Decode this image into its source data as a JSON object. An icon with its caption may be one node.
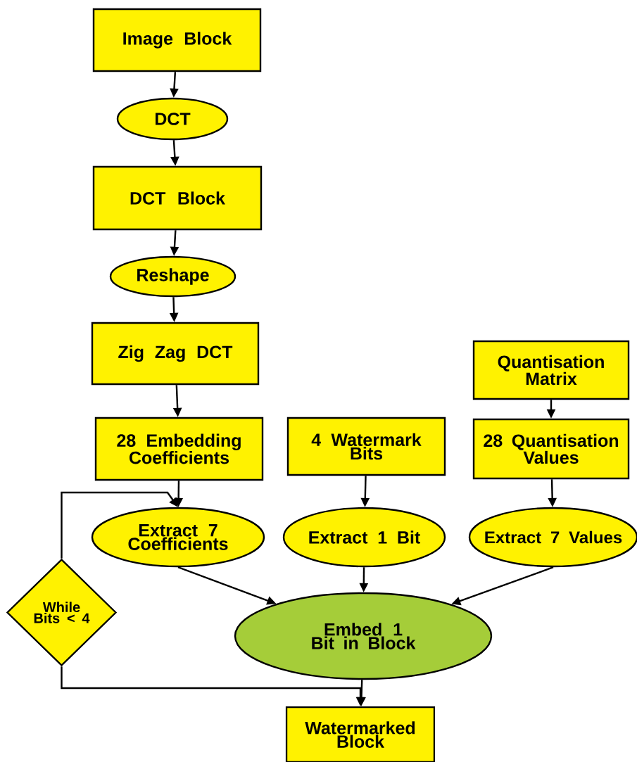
{
  "diagram": {
    "nodes": [
      {
        "text": [
          "Image Block"
        ]
      },
      {
        "text": [
          "DCT"
        ]
      },
      {
        "text": [
          "DCT Block"
        ]
      },
      {
        "text": [
          "Reshape"
        ]
      },
      {
        "text": [
          "Zig Zag DCT"
        ]
      },
      {
        "text": [
          "28 Embedding Coefficients"
        ]
      },
      {
        "text": [
          "4 Watermark Bits"
        ]
      },
      {
        "text": [
          "Quantisation Matrix"
        ]
      },
      {
        "text": [
          "28 Quantisation Values"
        ]
      },
      {
        "text": [
          "Extract 7 Coefficients"
        ]
      },
      {
        "text": [
          "Extract 1 Bit"
        ]
      },
      {
        "text": [
          "Extract 7 Values"
        ]
      },
      {
        "text": [
          "While Bits < 4"
        ]
      },
      {
        "text": [
          "Embed 1 Bit in Block"
        ]
      },
      {
        "text": [
          "Watermarked Block"
        ]
      }
    ],
    "edges": [
      {
        "from": 0,
        "to": 1,
        "arrow": "to"
      },
      {
        "from": 1,
        "to": 2,
        "arrow": "to"
      },
      {
        "from": 2,
        "to": 3,
        "arrow": "to"
      },
      {
        "from": 3,
        "to": 4,
        "arrow": "to"
      },
      {
        "from": 4,
        "to": 5,
        "arrow": "to"
      },
      {
        "from": 5,
        "to": 9,
        "arrow": "to"
      },
      {
        "from": 7,
        "to": 8,
        "arrow": "to"
      },
      {
        "from": 6,
        "to": 10,
        "arrow": "to"
      },
      {
        "from": 8,
        "to": 11,
        "arrow": "to"
      },
      {
        "from": 9,
        "to": 13,
        "arrow": "to"
      },
      {
        "from": 10,
        "to": 13,
        "arrow": "to"
      },
      {
        "from": 11,
        "to": 13,
        "arrow": "to"
      },
      {
        "from": 12,
        "to": 9,
        "arrow": "to"
      },
      {
        "from": 13,
        "to": 14,
        "arrow": "to"
      },
      {
        "from": 12,
        "to": 14,
        "arrow": "to"
      }
    ]
  }
}
